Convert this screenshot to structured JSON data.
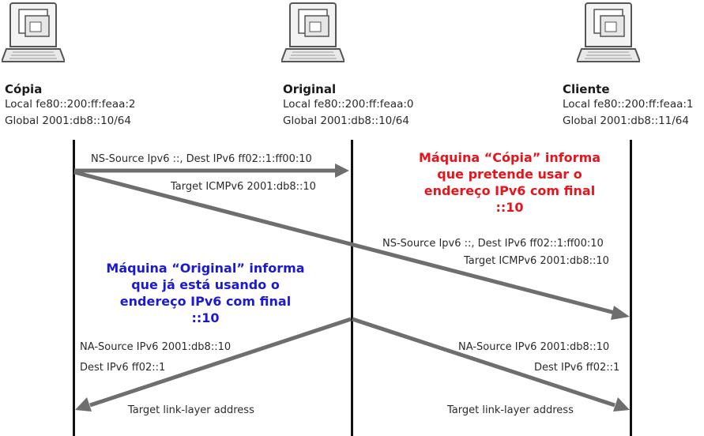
{
  "hosts": {
    "copia": {
      "name": "Cópia",
      "local": "Local fe80::200:ff:feaa:2",
      "global": "Global 2001:db8::10/64"
    },
    "original": {
      "name": "Original",
      "local": "Local fe80::200:ff:feaa:0",
      "global": "Global 2001:db8::10/64"
    },
    "cliente": {
      "name": "Cliente",
      "local": "Local fe80::200:ff:feaa:1",
      "global": "Global 2001:db8::11/64"
    }
  },
  "messages": {
    "ns1_line1": "NS-Source Ipv6 ::, Dest IPv6 ff02::1:ff00:10",
    "ns1_line2": "Target ICMPv6 2001:db8::10",
    "ns2_line1": "NS-Source Ipv6 ::, Dest IPv6 ff02::1:ff00:10",
    "ns2_line2": "Target ICMPv6 2001:db8::10",
    "na1_line1": "NA-Source IPv6 2001:db8::10",
    "na1_line2": "Dest IPv6 ff02::1",
    "na1_line3": "Target link-layer address",
    "na2_line1": "NA-Source IPv6 2001:db8::10",
    "na2_line2": "Dest IPv6 ff02::1",
    "na2_line3": "Target link-layer address"
  },
  "notes": {
    "copia_note": [
      "Máquina “Cópia” informa",
      "que pretende usar o",
      "endereço IPv6 com final",
      "::10"
    ],
    "original_note": [
      "Máquina “Original” informa",
      "que já está usando o",
      "endereço IPv6 com final",
      "::10"
    ]
  },
  "colors": {
    "copia_note": "#e8141c",
    "original_note": "#1a1ad6",
    "arrow": "#6e6e6e",
    "timeline": "#111111"
  }
}
